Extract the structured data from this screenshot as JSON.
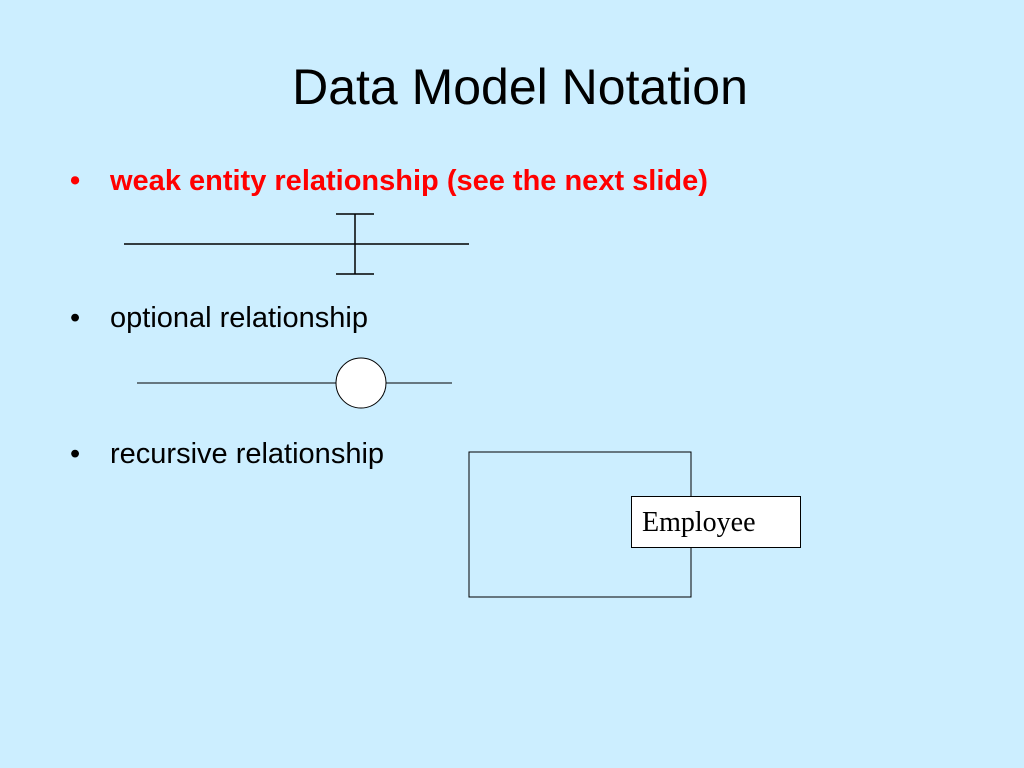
{
  "slide": {
    "title": "Data Model Notation",
    "bullets": [
      {
        "marker": "•",
        "text": "weak entity relationship (see the next slide)",
        "color": "#ff0000"
      },
      {
        "marker": "•",
        "text": "optional relationship",
        "color": "#000000"
      },
      {
        "marker": "•",
        "text": "recursive relationship",
        "color": "#000000"
      }
    ],
    "entity_label": "Employee",
    "background_color": "#cceeff"
  }
}
